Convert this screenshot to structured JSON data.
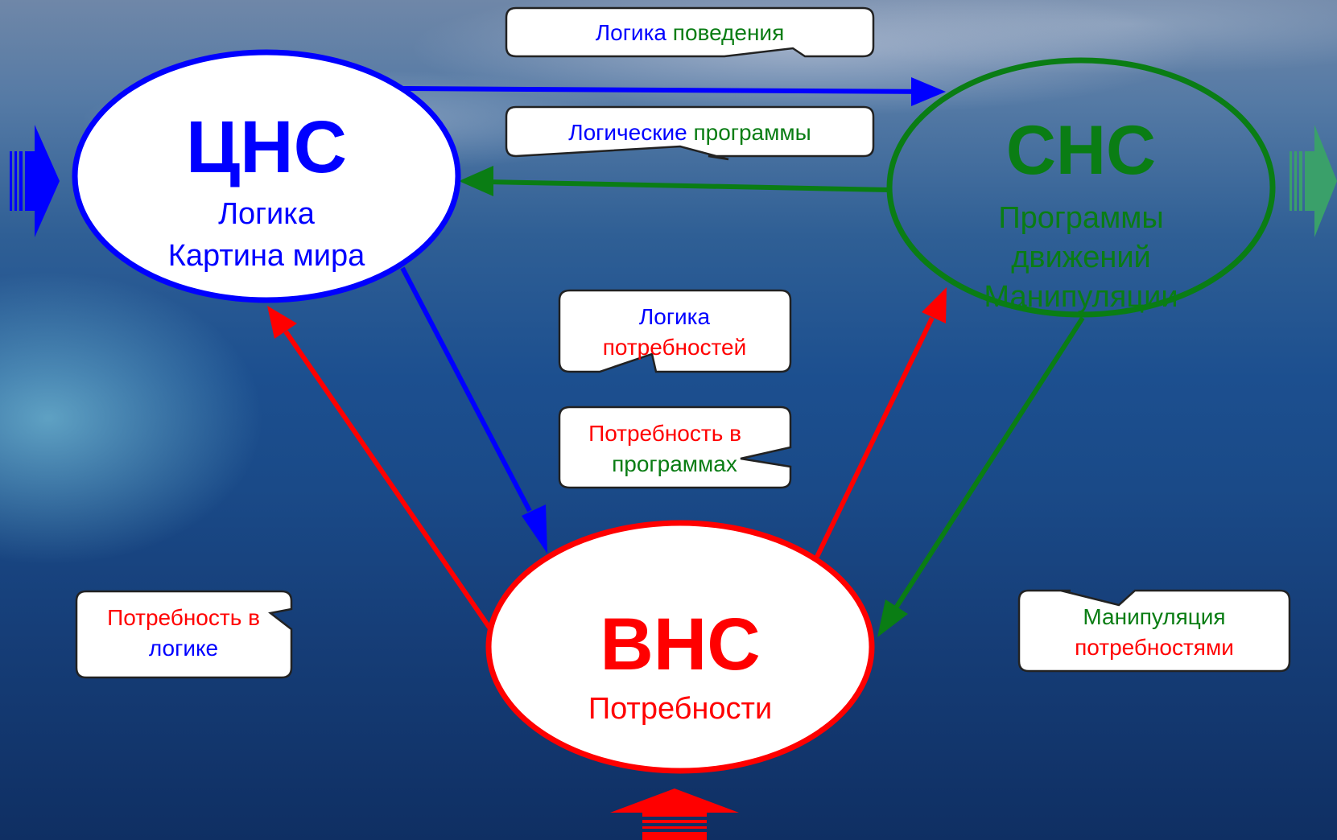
{
  "colors": {
    "blue": "#0000ff",
    "green": "#0a7d14",
    "red": "#ff0000",
    "callout_border": "#222222",
    "callout_fill": "#ffffff"
  },
  "nodes": {
    "cns": {
      "title": "ЦНС",
      "line1": "Логика",
      "line2": "Картина мира"
    },
    "sns": {
      "title": "СНС",
      "line1": "Программы",
      "line2": "движений",
      "line3": "Манипуляции"
    },
    "vns": {
      "title": "ВНС",
      "line1": "Потребности"
    }
  },
  "callouts": {
    "logic_behavior": {
      "part1": "Логика",
      "part2": "поведения"
    },
    "logic_programs": {
      "part1": "Логические",
      "part2": "программы"
    },
    "logic_needs": {
      "line1": "Логика",
      "line2": "потребностей"
    },
    "need_programs": {
      "line1": "Потребность в",
      "line2": "программах"
    },
    "need_logic": {
      "line1": "Потребность в",
      "line2": "логике"
    },
    "manipulation_needs": {
      "line1": "Манипуляция",
      "line2": "потребностями"
    }
  },
  "edges": [
    {
      "from": "ЦНС",
      "to": "СНС",
      "color": "blue"
    },
    {
      "from": "СНС",
      "to": "ЦНС",
      "color": "green"
    },
    {
      "from": "ЦНС",
      "to": "ВНС",
      "color": "blue"
    },
    {
      "from": "ВНС",
      "to": "ЦНС",
      "color": "red"
    },
    {
      "from": "ВНС",
      "to": "СНС",
      "color": "red"
    },
    {
      "from": "СНС",
      "to": "ВНС",
      "color": "green"
    }
  ]
}
